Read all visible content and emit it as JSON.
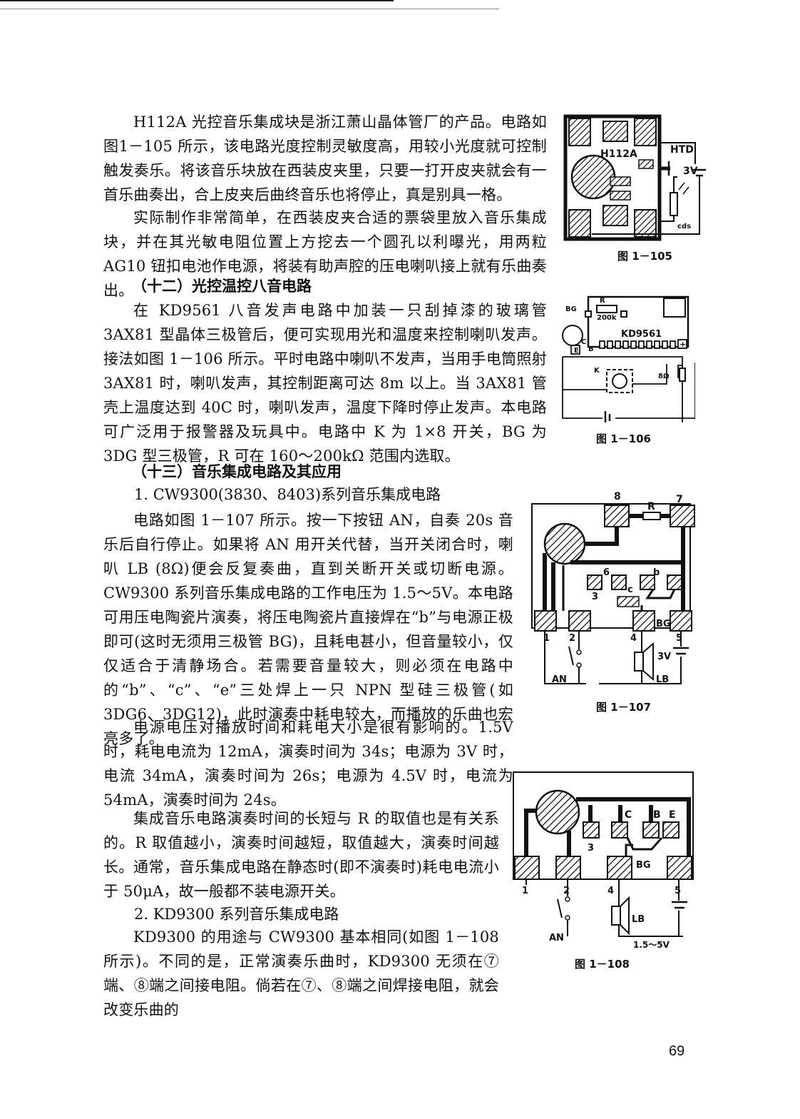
{
  "paragraphs": {
    "p1": "H112A 光控音乐集成块是浙江萧山晶体管厂的产品。电路如图1－105 所示，该电路光度控制灵敏度高，用较小光度就可控制触发奏乐。将该音乐块放在西装皮夹里，只要一打开皮夹就会有一首乐曲奏出，合上皮夹后曲终音乐也将停止，真是别具一格。",
    "p2": "实际制作非常简单，在西装皮夹合适的票袋里放入音乐集成块，并在其光敏电阻位置上方挖去一个圆孔以利曝光，用两粒 AG10 钮扣电池作电源，将装有助声腔的压电喇叭接上就有乐曲奏出。",
    "h12": "（十二）光控温控八音电路",
    "p3": "在 KD9561 八音发声电路中加装一只刮掉漆的玻璃管 3AX81 型晶体三极管后，便可实现用光和温度来控制喇叭发声。接法如图 1－106 所示。平时电路中喇叭不发声，当用手电筒照射 3AX81 时，喇叭发声，其控制距离可达 8m 以上。当 3AX81 管壳上温度达到 40C 时，喇叭发声，温度下降时停止发声。本电路可广泛用于报警器及玩具中。电路中 K 为 1×8 开关，BG 为 3DG 型三极管，R 可在 160～200kΩ 范围内选取。",
    "h13": "（十三）音乐集成电路及其应用",
    "s1": "1. CW9300(3830、8403)系列音乐集成电路",
    "p4": "电路如图 1－107 所示。按一下按钮 AN，自奏 20s 音乐后自行停止。如果将 AN 用开关代替，当开关闭合时，喇叭 LB (8Ω)便会反复奏曲，直到关断开关或切断电源。CW9300 系列音乐集成电路的工作电压为 1.5～5V。本电路可用压电陶瓷片演奏，将压电陶瓷片直接焊在“b”与电源正极即可(这时无须用三极管 BG)，且耗电甚小，但音量较小，仅仅适合于清静场合。若需要音量较大，则必须在电路中的“b”、“c”、“e”三处焊上一只 NPN 型硅三极管(如 3DG6、3DG12)，此时演奏中耗电较大，而播放的乐曲也宏亮多了。",
    "p5": "电源电压对播放时间和耗电大小是很有影响的。1.5V 时，耗电电流为 12mA，演奏时间为 34s；电源为 3V 时，电流 34mA，演奏时间为 26s；电源为 4.5V 时，电流为 54mA，演奏时间为 24s。",
    "p6": "集成音乐电路演奏时间的长短与 R 的取值也是有关系的。R 取值越小，演奏时间越短，取值越大，演奏时间越长。",
    "p7": "通常，音乐集成电路在静态时(即不演奏时)耗电电流小于 50μA，故一般都不装电源开关。",
    "s2": "2. KD9300 系列音乐集成电路",
    "p8": "KD9300 的用途与 CW9300 基本相同(如图 1－108 所示)。不同的是，正常演奏乐曲时，KD9300 无须在⑦端、⑧端之间接电阻。倘若在⑦、⑧端之间焊接电阻，就会改变乐曲的"
  },
  "figures": {
    "f105": {
      "caption": "图 1－105",
      "chip": "H112A",
      "htd": "HTD",
      "volt": "3V",
      "cds": "cds"
    },
    "f106": {
      "caption": "图 1－106",
      "bg": "BG",
      "r": "R",
      "rval": "200k",
      "chip": "KD9561",
      "k": "K",
      "ohm": "8Ω",
      "e": "E",
      "c": "C",
      "b": "B",
      "plus": "+"
    },
    "f107": {
      "caption": "图 1－107",
      "p8": "8",
      "r": "R",
      "p7": "7",
      "p6": "6",
      "p3": "3",
      "c": "c",
      "b": "b",
      "bg": "BG",
      "p1": "1",
      "p2": "2",
      "p4": "4",
      "p5": "5",
      "volt": "3V",
      "an": "AN",
      "lb": "LB"
    },
    "f108": {
      "caption": "图 1－108",
      "c": "C",
      "b": "B",
      "e": "E",
      "p3": "3",
      "bg": "BG",
      "p1": "1",
      "p2": "2",
      "p4": "4",
      "p5": "5",
      "an": "AN",
      "lb": "LB",
      "volt": "1.5～5V"
    }
  },
  "page_number": "69"
}
